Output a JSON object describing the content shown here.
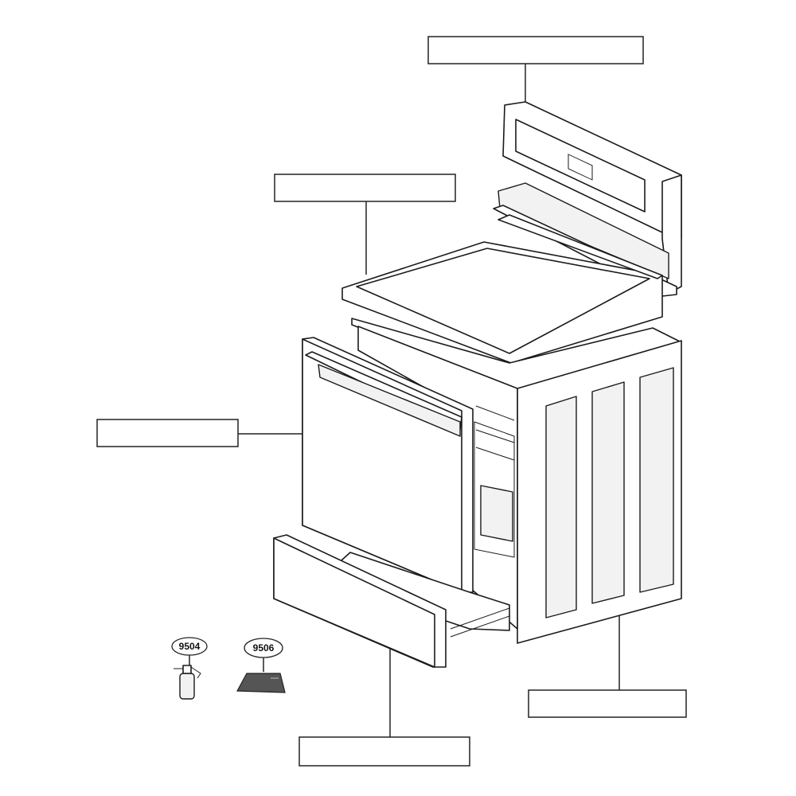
{
  "diagram": {
    "badges": [
      {
        "id": "spray-bottle",
        "label": "9504"
      },
      {
        "id": "scraper-pad",
        "label": "9506"
      }
    ],
    "colors": {
      "line": "#1a1a1a",
      "background": "#ffffff"
    },
    "icons": [
      "spray-bottle-icon",
      "scraper-pad-icon"
    ]
  }
}
